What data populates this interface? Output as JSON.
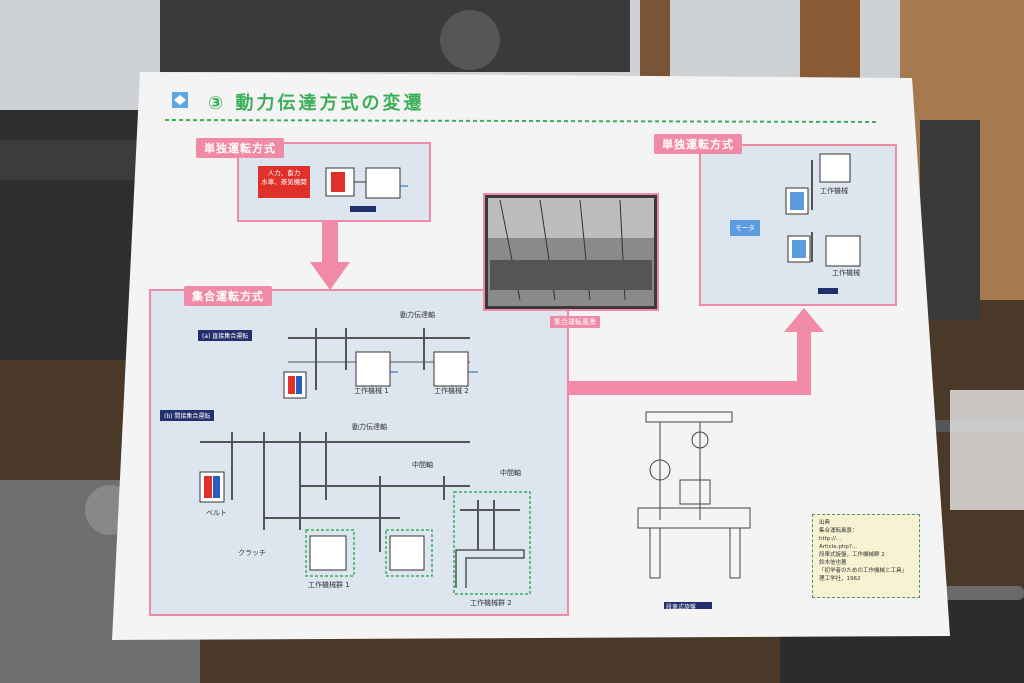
{
  "board": {
    "title": "③ 動力伝達方式の変遷",
    "individual_drive_label": "単独運転方式",
    "individual_drive_label_right": "単独運転方式",
    "group_drive_label": "集合運転方式",
    "power_sources": "人力、畜力\n水車、蒸気機関",
    "motor_label": "モータ",
    "machine_tool": "工作機械",
    "machine_tool_right_top": "工作機械",
    "machine_tool_right_bottom": "工作機械",
    "section_a": "(a) 直接集合運転",
    "section_b": "(b) 間接集合運転",
    "power_shaft_a": "動力伝達軸",
    "power_shaft_b": "動力伝達軸",
    "machine_1": "工作機械 1",
    "machine_2": "工作機械 2",
    "countershaft_1": "中間軸",
    "countershaft_2": "中間軸",
    "belt": "ベルト",
    "clutch": "クラッチ",
    "group_1": "工作機械群 1",
    "group_2": "工作機械群 2",
    "photo_caption": "集合運転風景",
    "lathe_caption": "段車式旋盤",
    "credit_lines": [
      "出典",
      "集合運転風景：",
      "http://...",
      "Article.php?...",
      "段車式旋盤，工作機械群 2",
      "鈴木信也著",
      "「初学者のための工作機械と工具」",
      "理工学社，1962"
    ]
  },
  "colors": {
    "pink": "#f08aa6",
    "panel_blue": "#dde6ef",
    "title_green": "#3cae58",
    "navy": "#22306e"
  }
}
